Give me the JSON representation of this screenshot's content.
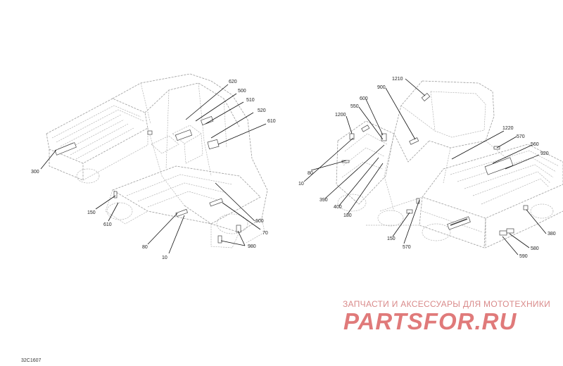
{
  "diagram": {
    "left_callouts": [
      "620",
      "500",
      "510",
      "520",
      "610",
      "300",
      "150",
      "610",
      "80",
      "10",
      "980",
      "70",
      "600"
    ],
    "right_callouts": [
      "1210",
      "900",
      "600",
      "550",
      "1200",
      "10",
      "80",
      "390",
      "400",
      "180",
      "1220",
      "570",
      "560",
      "920",
      "380",
      "580",
      "590",
      "570",
      "150"
    ]
  },
  "reference_code": "32C1607",
  "watermark": {
    "tagline": "ЗАПЧАСТИ И АКСЕССУАРЫ ДЛЯ МОТОТЕХНИКИ",
    "logo_text": "PARTSFOR.RU",
    "color": "#e07a7a"
  }
}
